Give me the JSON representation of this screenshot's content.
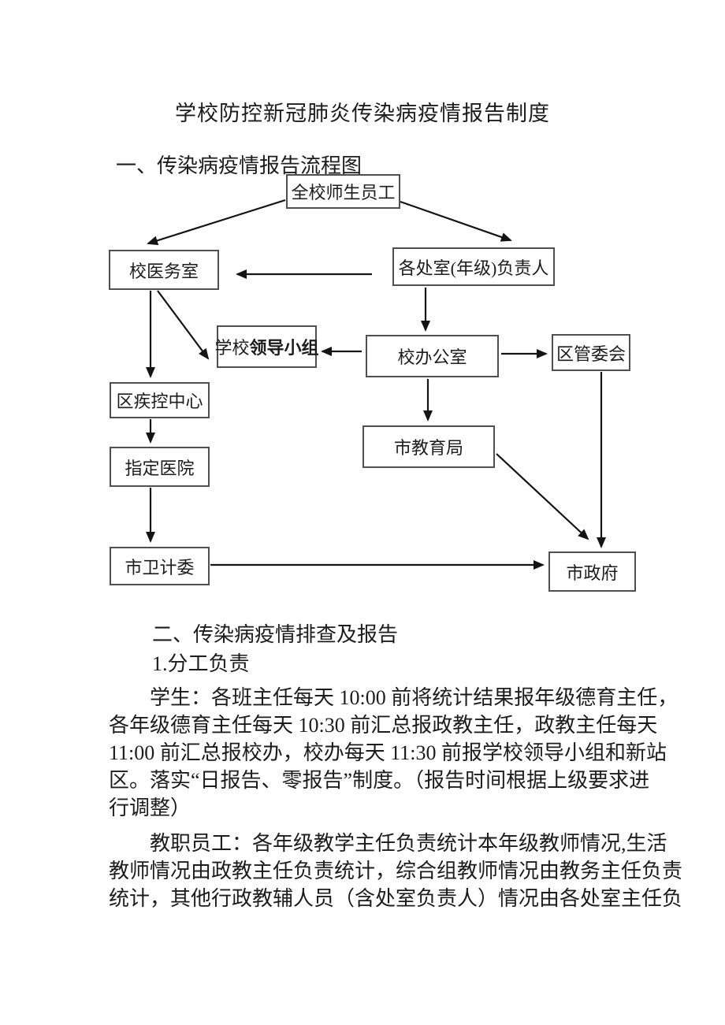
{
  "document": {
    "title": "学校防控新冠肺炎传染病疫情报告制度",
    "section1_heading": "一、传染病疫情报告流程图",
    "section2_heading": "二、传染病疫情排查及报告",
    "subsection_heading": "1.分工负责",
    "paragraph1_lines": [
      "学生：各班主任每天 10:00 前将统计结果报年级德育主任，",
      "各年级德育主任每天 10:30 前汇总报政教主任，政教主任每天",
      "11:00 前汇总报校办，校办每天 11:30 前报学校领导小组和新站",
      "区。落实“日报告、零报告”制度。（报告时间根据上级要求进",
      "行调整）"
    ],
    "paragraph2_lines": [
      "教职员工：各年级教学主任负责统计本年级教师情况,生活",
      "教师情况由政教主任负责统计，综合组教师情况由教务主任负责",
      "统计，其他行政教辅人员（含处室负责人）情况由各处室主任负"
    ]
  },
  "flowchart": {
    "nodes": [
      {
        "id": "all-staff",
        "label": "全校师生员工"
      },
      {
        "id": "school-clinic",
        "label": "校医务室"
      },
      {
        "id": "dept-leaders",
        "label": "各处室(年级)负责人"
      },
      {
        "id": "leadership-group",
        "label_prefix": "学校",
        "label_bold": "领导小组"
      },
      {
        "id": "school-office",
        "label": "校办公室"
      },
      {
        "id": "district-committee",
        "label": "区管委会"
      },
      {
        "id": "district-cdc",
        "label": "区疾控中心"
      },
      {
        "id": "designated-hospital",
        "label": "指定医院"
      },
      {
        "id": "city-education-bureau",
        "label": "市教育局"
      },
      {
        "id": "city-health-commission",
        "label": "市卫计委"
      },
      {
        "id": "city-government",
        "label": "市政府"
      }
    ],
    "edges": [
      {
        "from": "全校师生员工",
        "to": "校医务室"
      },
      {
        "from": "全校师生员工",
        "to": "各处室(年级)负责人"
      },
      {
        "from": "各处室(年级)负责人",
        "to": "校医务室"
      },
      {
        "from": "各处室(年级)负责人",
        "to": "校办公室"
      },
      {
        "from": "校办公室",
        "to": "学校领导小组"
      },
      {
        "from": "校办公室",
        "to": "区管委会"
      },
      {
        "from": "校办公室",
        "to": "市教育局"
      },
      {
        "from": "校医务室",
        "to": "区疾控中心"
      },
      {
        "from": "校医务室",
        "to": "学校领导小组"
      },
      {
        "from": "区疾控中心",
        "to": "指定医院"
      },
      {
        "from": "指定医院",
        "to": "市卫计委"
      },
      {
        "from": "市卫计委",
        "to": "市政府"
      },
      {
        "from": "市教育局",
        "to": "市政府"
      },
      {
        "from": "区管委会",
        "to": "市政府"
      }
    ]
  },
  "colors": {
    "background": "#ffffff",
    "text": "#1c1c1c",
    "box_border": "#4f4f4f",
    "arrow": "#141414"
  }
}
